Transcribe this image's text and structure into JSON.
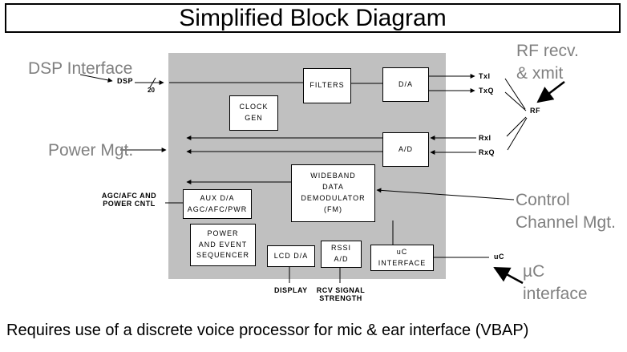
{
  "title": "Simplified Block Diagram",
  "caption": "Requires use of a discrete voice processor for mic & ear interface (VBAP)",
  "callouts": {
    "dsp": "DSP Interface",
    "rf": "RF recv.\n& xmit",
    "power": "Power Mgt.",
    "control": "Control\nChannel Mgt.",
    "uc": "µC\ninterface"
  },
  "blocks": {
    "filters": "FILTERS",
    "da": "D/A",
    "clock": "CLOCK\nGEN",
    "ad": "A/D",
    "wideband": "WIDEBAND\nDATA\nDEMODULATOR\n(FM)",
    "aux": "AUX D/A\nAGC/AFC/PWR",
    "sequencer": "POWER\nAND EVENT\nSEQUENCER",
    "lcd": "LCD D/A",
    "rssi": "RSSI\nA/D",
    "ucif": "uC\nINTERFACE"
  },
  "signals": {
    "dsp": "DSP",
    "bus_width": "20",
    "txi": "TxI",
    "txq": "TxQ",
    "rf": "RF",
    "rxi": "RxI",
    "rxq": "RxQ",
    "agc": "AGC/AFC AND\nPOWER CNTL",
    "uc": "uC",
    "display": "DISPLAY",
    "rcv": "RCV SIGNAL\nSTRENGTH"
  },
  "colors": {
    "chip_fill": "#c0c0c0",
    "callout_text": "#808080",
    "line": "#000000"
  }
}
